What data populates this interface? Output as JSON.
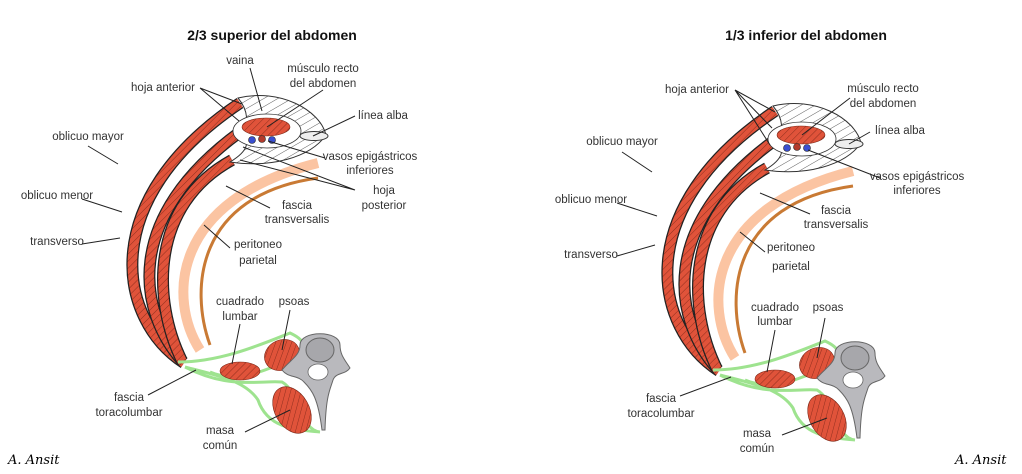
{
  "panels": [
    {
      "title": "2/3 superior del abdomen",
      "labels": {
        "vaina": "vaina",
        "musculo_recto": [
          "músculo recto",
          "del abdomen"
        ],
        "hoja_anterior": "hoja anterior",
        "linea_alba": "línea alba",
        "oblicuo_mayor": "oblicuo mayor",
        "vasos": [
          "vasos epigástricos",
          "inferiores"
        ],
        "hoja_posterior": [
          "hoja",
          "posterior"
        ],
        "oblicuo_menor": "oblicuo menor",
        "fascia_transversalis": [
          "fascia",
          "transversalis"
        ],
        "transverso": "transverso",
        "peritoneo": [
          "peritoneo",
          "parietal"
        ],
        "cuadrado": [
          "cuadrado",
          "lumbar"
        ],
        "psoas": "psoas",
        "fascia_toracolumbar": [
          "fascia",
          "toracolumbar"
        ],
        "masa_comun": [
          "masa",
          "común"
        ]
      }
    },
    {
      "title": "1/3 inferior del abdomen",
      "labels": {
        "hoja_anterior": "hoja anterior",
        "musculo_recto": [
          "músculo recto",
          "del abdomen"
        ],
        "linea_alba": "línea alba",
        "oblicuo_mayor": "oblicuo mayor",
        "vasos": [
          "vasos epigástricos",
          "inferiores"
        ],
        "oblicuo_menor": "oblicuo menor",
        "fascia_transversalis": [
          "fascia",
          "transversalis"
        ],
        "transverso": "transverso",
        "peritoneo": [
          "peritoneo",
          "parietal"
        ],
        "cuadrado": [
          "cuadrado",
          "lumbar"
        ],
        "psoas": "psoas",
        "fascia_toracolumbar": [
          "fascia",
          "toracolumbar"
        ],
        "masa_comun": [
          "masa",
          "común"
        ]
      }
    }
  ],
  "signature": "A. Ansit",
  "colors": {
    "muscle": "#e0533a",
    "fascia_transversalis": "#fbc4a2",
    "peritoneum": "#c97a34",
    "thoracolumbar_fascia": "#9ee38f",
    "vertebra": "#b9b9bd",
    "vessel_vein": "#3a4fd0",
    "vessel_artery": "#b33a2c"
  }
}
